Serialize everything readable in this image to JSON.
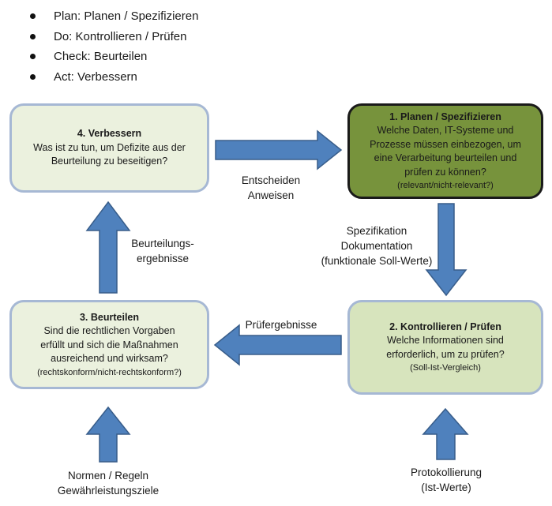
{
  "bullets": [
    "Plan: Planen / Spezifizieren",
    "Do: Kontrollieren / Prüfen",
    "Check: Beurteilen",
    "Act: Verbessern"
  ],
  "boxes": {
    "verbessern": {
      "title": "4. Verbessern",
      "lines": [
        "Was ist zu tun, um Defizite aus der",
        "Beurteilung zu beseitigen?"
      ]
    },
    "planen": {
      "title": "1. Planen / Spezifizieren",
      "lines": [
        "Welche Daten, IT-Systeme und",
        "Prozesse müssen einbezogen, um",
        "eine Verarbeitung beurteilen und",
        "prüfen zu können?"
      ],
      "note": "(relevant/nicht-relevant?)"
    },
    "beurteilen": {
      "title": "3. Beurteilen",
      "lines": [
        "Sind die rechtlichen Vorgaben",
        "erfüllt und sich die Maßnahmen",
        "ausreichend und wirksam?"
      ],
      "note": "(rechtskonform/nicht-rechtskonform?)"
    },
    "kontrollieren": {
      "title": "2. Kontrollieren / Prüfen",
      "lines": [
        "Welche Informationen sind",
        "erforderlich, um zu prüfen?"
      ],
      "note": "(Soll-Ist-Vergleich)"
    }
  },
  "arrow_labels": {
    "entscheiden": [
      "Entscheiden",
      "Anweisen"
    ],
    "spezifikation": [
      "Spezifikation",
      "Dokumentation",
      "(funktionale Soll-Werte)"
    ],
    "beurteilungsergebnisse": [
      "Beurteilungs-",
      "ergebnisse"
    ],
    "pruefergebnisse": [
      "Prüfergebnisse"
    ],
    "normen": [
      "Normen / Regeln",
      "Gewährleistungsziele"
    ],
    "protokollierung": [
      "Protokollierung",
      "(Ist-Werte)"
    ]
  },
  "colors": {
    "arrow_fill": "#4f81bd",
    "arrow_stroke": "#385d8a",
    "box_light": "#ebf1de",
    "box_mid": "#d7e4bd",
    "box_dark": "#77933c",
    "box_border": "#a6b8d4"
  }
}
